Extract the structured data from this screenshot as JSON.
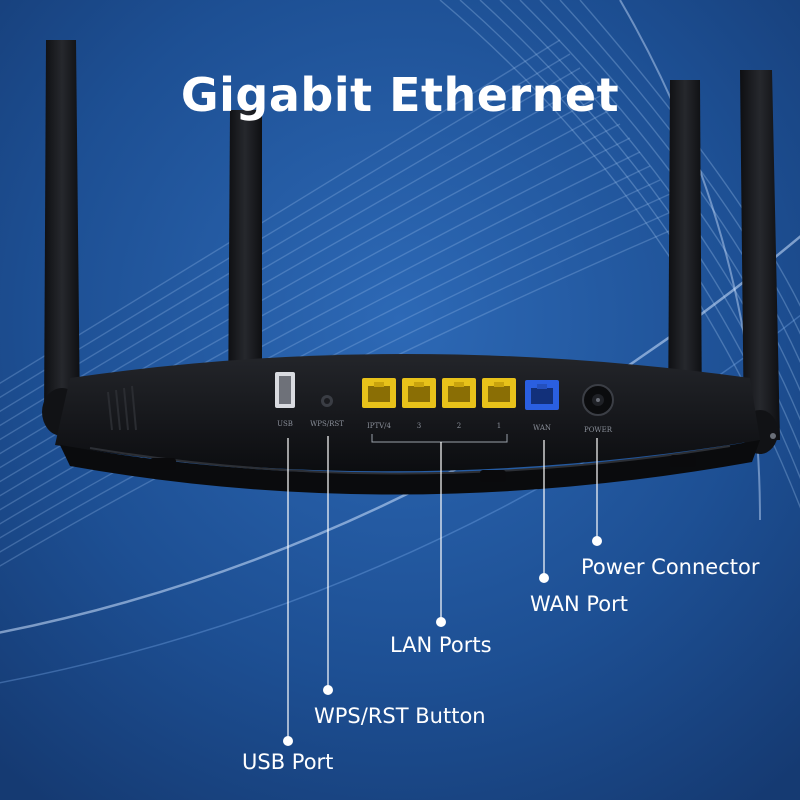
{
  "headline": "Gigabit Ethernet",
  "router_port_labels": {
    "usb": "USB",
    "wps_rst": "WPS/RST",
    "iptv4": "IPTV/4",
    "lan3": "3",
    "lan2": "2",
    "lan1": "1",
    "wan": "WAN",
    "power": "POWER"
  },
  "callouts": {
    "usb_port": "USB Port",
    "wps_rst_button": "WPS/RST Button",
    "lan_ports": "LAN Ports",
    "wan_port": "WAN Port",
    "power_connector": "Power Connector"
  },
  "colors": {
    "background": "#1d4f93",
    "lan_port": "#e8c21a",
    "wan_port": "#2a5fe0",
    "router_body": "#141518"
  }
}
